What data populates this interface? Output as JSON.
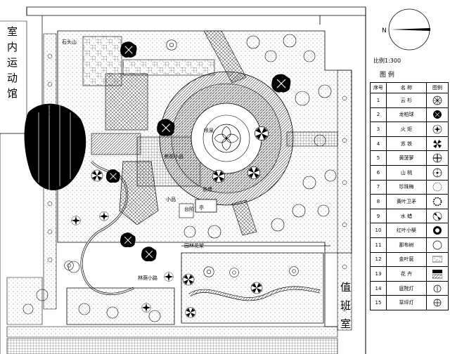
{
  "labels": {
    "indoor_gym": [
      "室",
      "内",
      "运",
      "动",
      "馆"
    ],
    "duty_room": [
      "值",
      "班",
      "室"
    ],
    "north": "N",
    "scale": "比例1:300",
    "legend_title": "图    例"
  },
  "legend": {
    "headers": [
      "序号",
      "名 称",
      "图例"
    ],
    "rows": [
      {
        "no": "1",
        "name": "云 杉",
        "icon": "spruce-icon"
      },
      {
        "no": "2",
        "name": "龙柏球",
        "icon": "juniper-ball-icon"
      },
      {
        "no": "3",
        "name": "火 炬",
        "icon": "sumac-icon"
      },
      {
        "no": "4",
        "name": "苏 铁",
        "icon": "cycad-icon"
      },
      {
        "no": "5",
        "name": "黄菠萝",
        "icon": "cork-tree-icon"
      },
      {
        "no": "6",
        "name": "山 桃",
        "icon": "peach-icon"
      },
      {
        "no": "7",
        "name": "珍珠梅",
        "icon": "sorbaria-icon"
      },
      {
        "no": "8",
        "name": "黄叶卫矛",
        "icon": "euonymus-icon"
      },
      {
        "no": "9",
        "name": "水 蜡",
        "icon": "privet-icon"
      },
      {
        "no": "10",
        "name": "红叶小檗",
        "icon": "barberry-icon"
      },
      {
        "no": "11",
        "name": "那布树",
        "icon": "shrub-circle-icon"
      },
      {
        "no": "12",
        "name": "金叶莸",
        "icon": "stipple-area-icon"
      },
      {
        "no": "13",
        "name": "花 卉",
        "icon": "flower-bed-icon"
      },
      {
        "no": "14",
        "name": "庭院灯",
        "icon": "garden-lamp-icon"
      },
      {
        "no": "15",
        "name": "草坪灯",
        "icon": "lawn-lamp-icon"
      }
    ]
  },
  "plan_labels": {
    "label_a": "石头山",
    "label_b": "景观小品",
    "label_c": "园林花架",
    "label_d": "喷泉",
    "label_e": "台阶",
    "label_f": "景墙",
    "label_g": "林荫小路",
    "label_h": "小品",
    "label_i": "亭"
  }
}
